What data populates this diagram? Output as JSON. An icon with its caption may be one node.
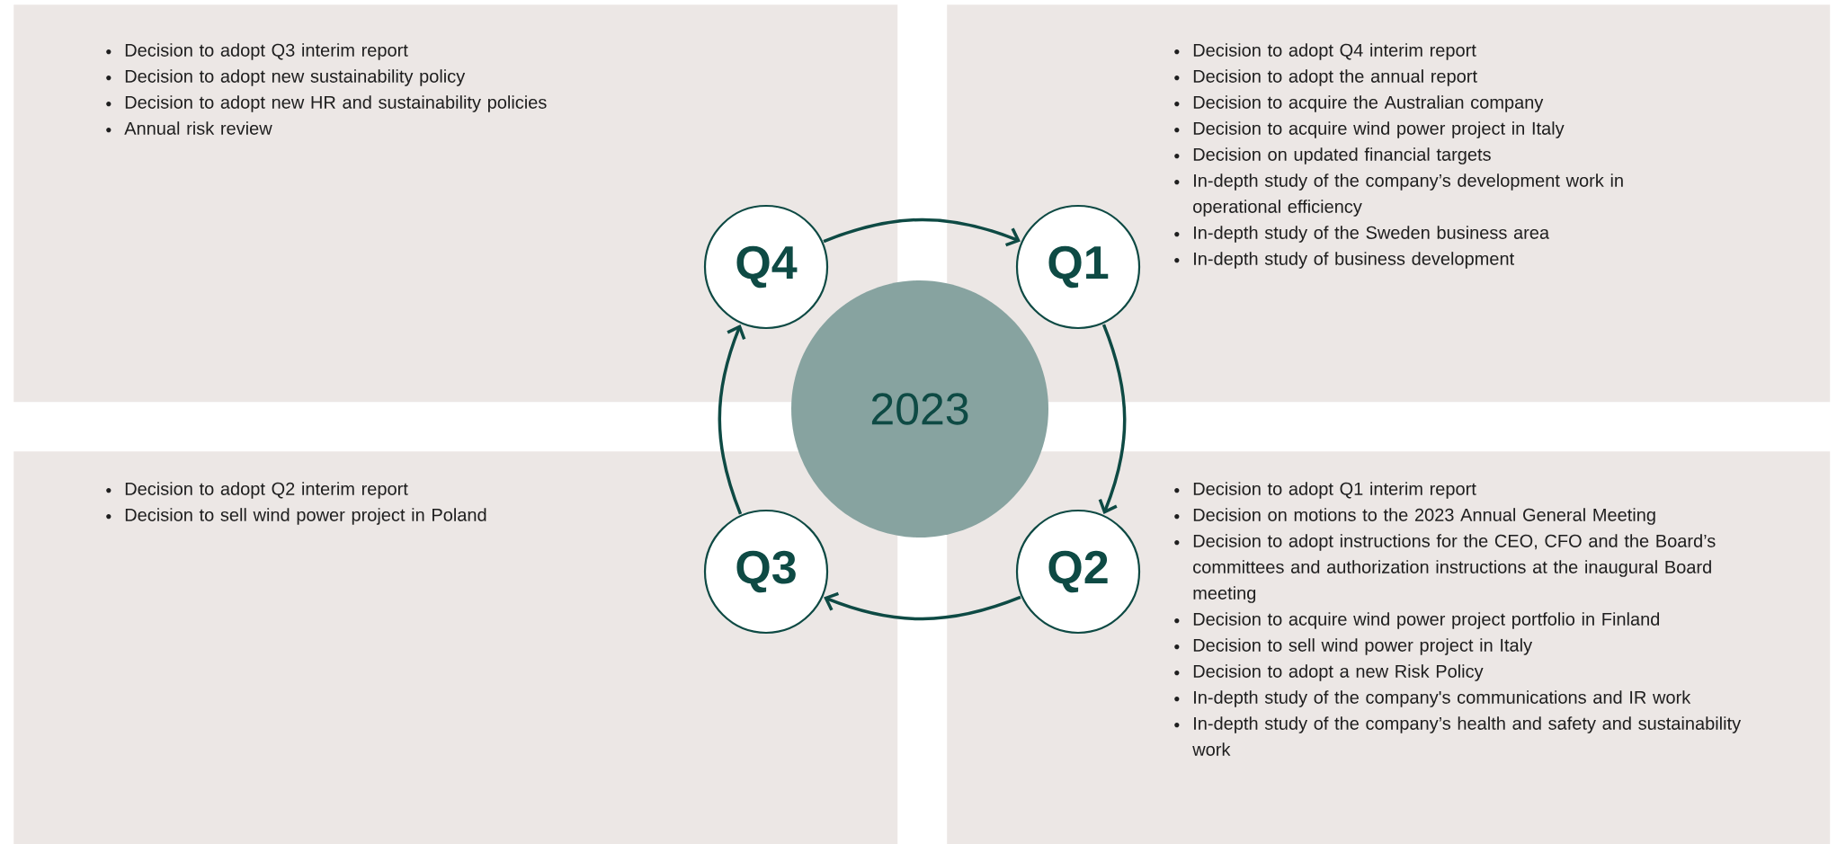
{
  "diagram": {
    "nodes": [
      {
        "text": [
          "Decision to adopt Q3 interim report",
          "Decision to adopt new sustainability policy",
          "Decision to adopt new HR and sustainability policies",
          "Annual risk review"
        ]
      },
      {
        "text": [
          "Decision to adopt Q4 interim report",
          "Decision to adopt the annual report",
          "Decision to acquire the Australian company",
          "Decision to acquire wind power project in Italy",
          "Decision on updated financial targets",
          "In-depth study of the company’s development work in operational efficiency",
          "In-depth study of the Sweden business area",
          "In-depth study of business development"
        ]
      },
      {
        "text": [
          "Decision to adopt Q2 interim report",
          "Decision to sell wind power project in Poland"
        ]
      },
      {
        "text": [
          "Decision to adopt Q1 interim report",
          "Decision on motions to the 2023 Annual General Meeting",
          "Decision to adopt instructions for the CEO, CFO and the Board’s committees and authorization instructions at the inaugural Board meeting",
          "Decision to acquire wind power project portfolio in Finland",
          "Decision to sell wind power project in Italy",
          "Decision to adopt a new Risk Policy",
          "In-depth study of the company's communications and IR work",
          "In-depth study of the company’s health and safety and sustainability work"
        ]
      },
      {
        "text": [
          "Q4"
        ],
        "in": 0
      },
      {
        "text": [
          "Q1"
        ],
        "in": 1
      },
      {
        "text": [
          "2023"
        ]
      },
      {
        "text": [
          "Q3"
        ],
        "in": 2
      },
      {
        "text": [
          "Q2"
        ],
        "in": 3
      }
    ],
    "edges": [
      {
        "from": 4,
        "to": 5,
        "arrow": "to"
      },
      {
        "from": 5,
        "to": 8,
        "arrow": "to"
      },
      {
        "from": 8,
        "to": 7,
        "arrow": "to"
      },
      {
        "from": 7,
        "to": 4,
        "arrow": "to"
      }
    ]
  }
}
